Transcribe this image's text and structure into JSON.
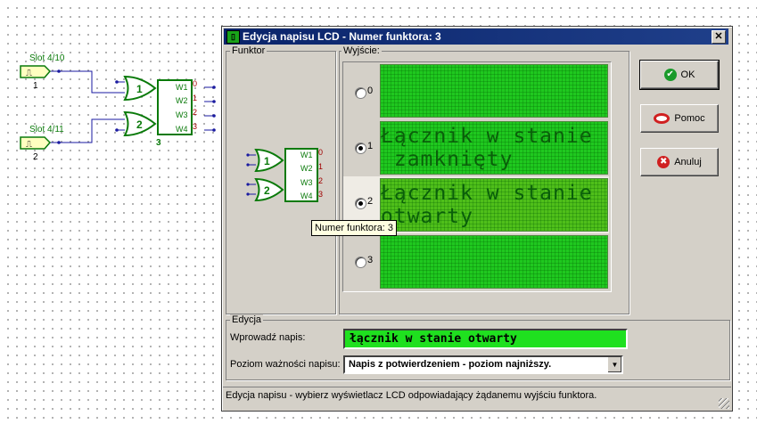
{
  "canvas": {
    "slot1_label": "Slot 4/10",
    "slot1_number": "1",
    "slot2_label": "Slot 4/11",
    "slot2_number": "2",
    "gate1_label": "1",
    "gate2_label": "2",
    "functor_number": "3",
    "outputs": [
      "W1",
      "W2",
      "W3",
      "W4"
    ],
    "output_numbers": [
      "0",
      "1",
      "2",
      "3"
    ],
    "input_icon_text": "⎍"
  },
  "dialog": {
    "title": "Edycja napisu LCD - Numer funktora: 3",
    "title_icon": "LCD",
    "close_label": "✕",
    "functor_group_label": "Funktor",
    "output_group_label": "Wyjście:",
    "lcd_rows": [
      {
        "label": "0",
        "line1": "",
        "line2": ""
      },
      {
        "label": "1",
        "line1": "Łącznik w stanie",
        "line2": " zamknięty"
      },
      {
        "label": "2",
        "line1": "Łącznik w stanie",
        "line2": "otwarty"
      },
      {
        "label": "3",
        "line1": "",
        "line2": ""
      }
    ],
    "selected_output": 2,
    "buttons": {
      "ok": "OK",
      "help": "Pomoc",
      "cancel": "Anuluj"
    },
    "edit_group_label": "Edycja",
    "napis_label": "Wprowadź napis:",
    "napis_value": "łącznik w stanie otwarty",
    "priority_label": "Poziom ważności napisu:",
    "priority_value": "Napis z potwierdzeniem - poziom najniższy.",
    "status_text": "Edycja napisu - wybierz wyświetlacz LCD odpowiadający żądanemu wyjściu funktora.",
    "tooltip": "Numer funktora: 3"
  },
  "colors": {
    "lcd_green": "#1fc81f",
    "title_blue": "#0a246a",
    "wire_blue": "#1a1aa0",
    "gate_green": "#0a7a0a"
  }
}
